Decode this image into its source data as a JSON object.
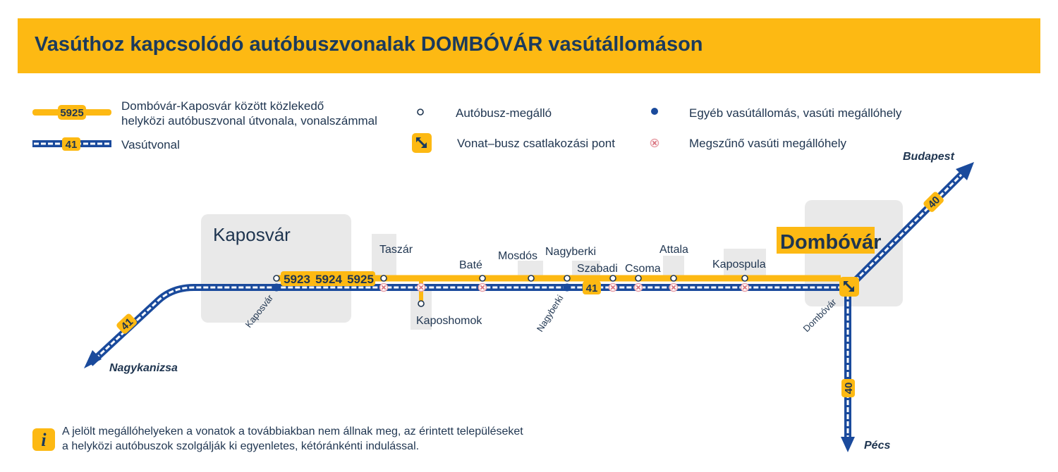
{
  "title": "Vasúthoz kapcsolódó autóbuszvonalak DOMBÓVÁR vasútállomáson",
  "colors": {
    "accent_yellow": "#fdb913",
    "rail_blue": "#1a4a9c",
    "text_navy": "#1b3a5c",
    "closed_stop": "#e8a0a8"
  },
  "legend": {
    "bus_route_number": "5925",
    "bus_route_line1": "Dombóvár-Kaposvár között közlekedő",
    "bus_route_line2": "helyközi autóbuszvonal útvonala, vonalszámmal",
    "rail_line_number": "41",
    "rail_line_label": "Vasútvonal",
    "bus_stop_label": "Autóbusz-megálló",
    "connection_label": "Vonat–busz csatlakozási pont",
    "other_station_label": "Egyéb vasútállomás, vasúti megállóhely",
    "closed_stop_label": "Megszűnő vasúti megállóhely"
  },
  "map": {
    "cities": {
      "kaposvar": "Kaposvár",
      "dombovar": "Dombóvár"
    },
    "bus_stops": {
      "taszar": "Taszár",
      "bate": "Baté",
      "mosdos": "Mosdós",
      "nagyberki": "Nagyberki",
      "szabadi": "Szabadi",
      "csoma": "Csoma",
      "attala": "Attala",
      "kapospula": "Kapospula",
      "kaposhomok": "Kaposhomok"
    },
    "rail_stations": {
      "kaposvar": "Kaposvár",
      "nagyberki": "Nagyberki",
      "dombovar": "Dombóvár"
    },
    "bus_lines": [
      "5923",
      "5924",
      "5925"
    ],
    "rail_lines": {
      "main": "41",
      "southwest": "41",
      "northeast": "40",
      "south": "40"
    },
    "destinations": {
      "nagykanizsa": "Nagykanizsa",
      "budapest": "Budapest",
      "pecs": "Pécs"
    }
  },
  "info": {
    "icon": "i",
    "line1": "A jelölt megállóhelyeken a vonatok a továbbiakban nem állnak meg, az érintett településeket",
    "line2": "a helyközi autóbuszok szolgálják ki egyenletes, kétóránkénti indulással."
  }
}
